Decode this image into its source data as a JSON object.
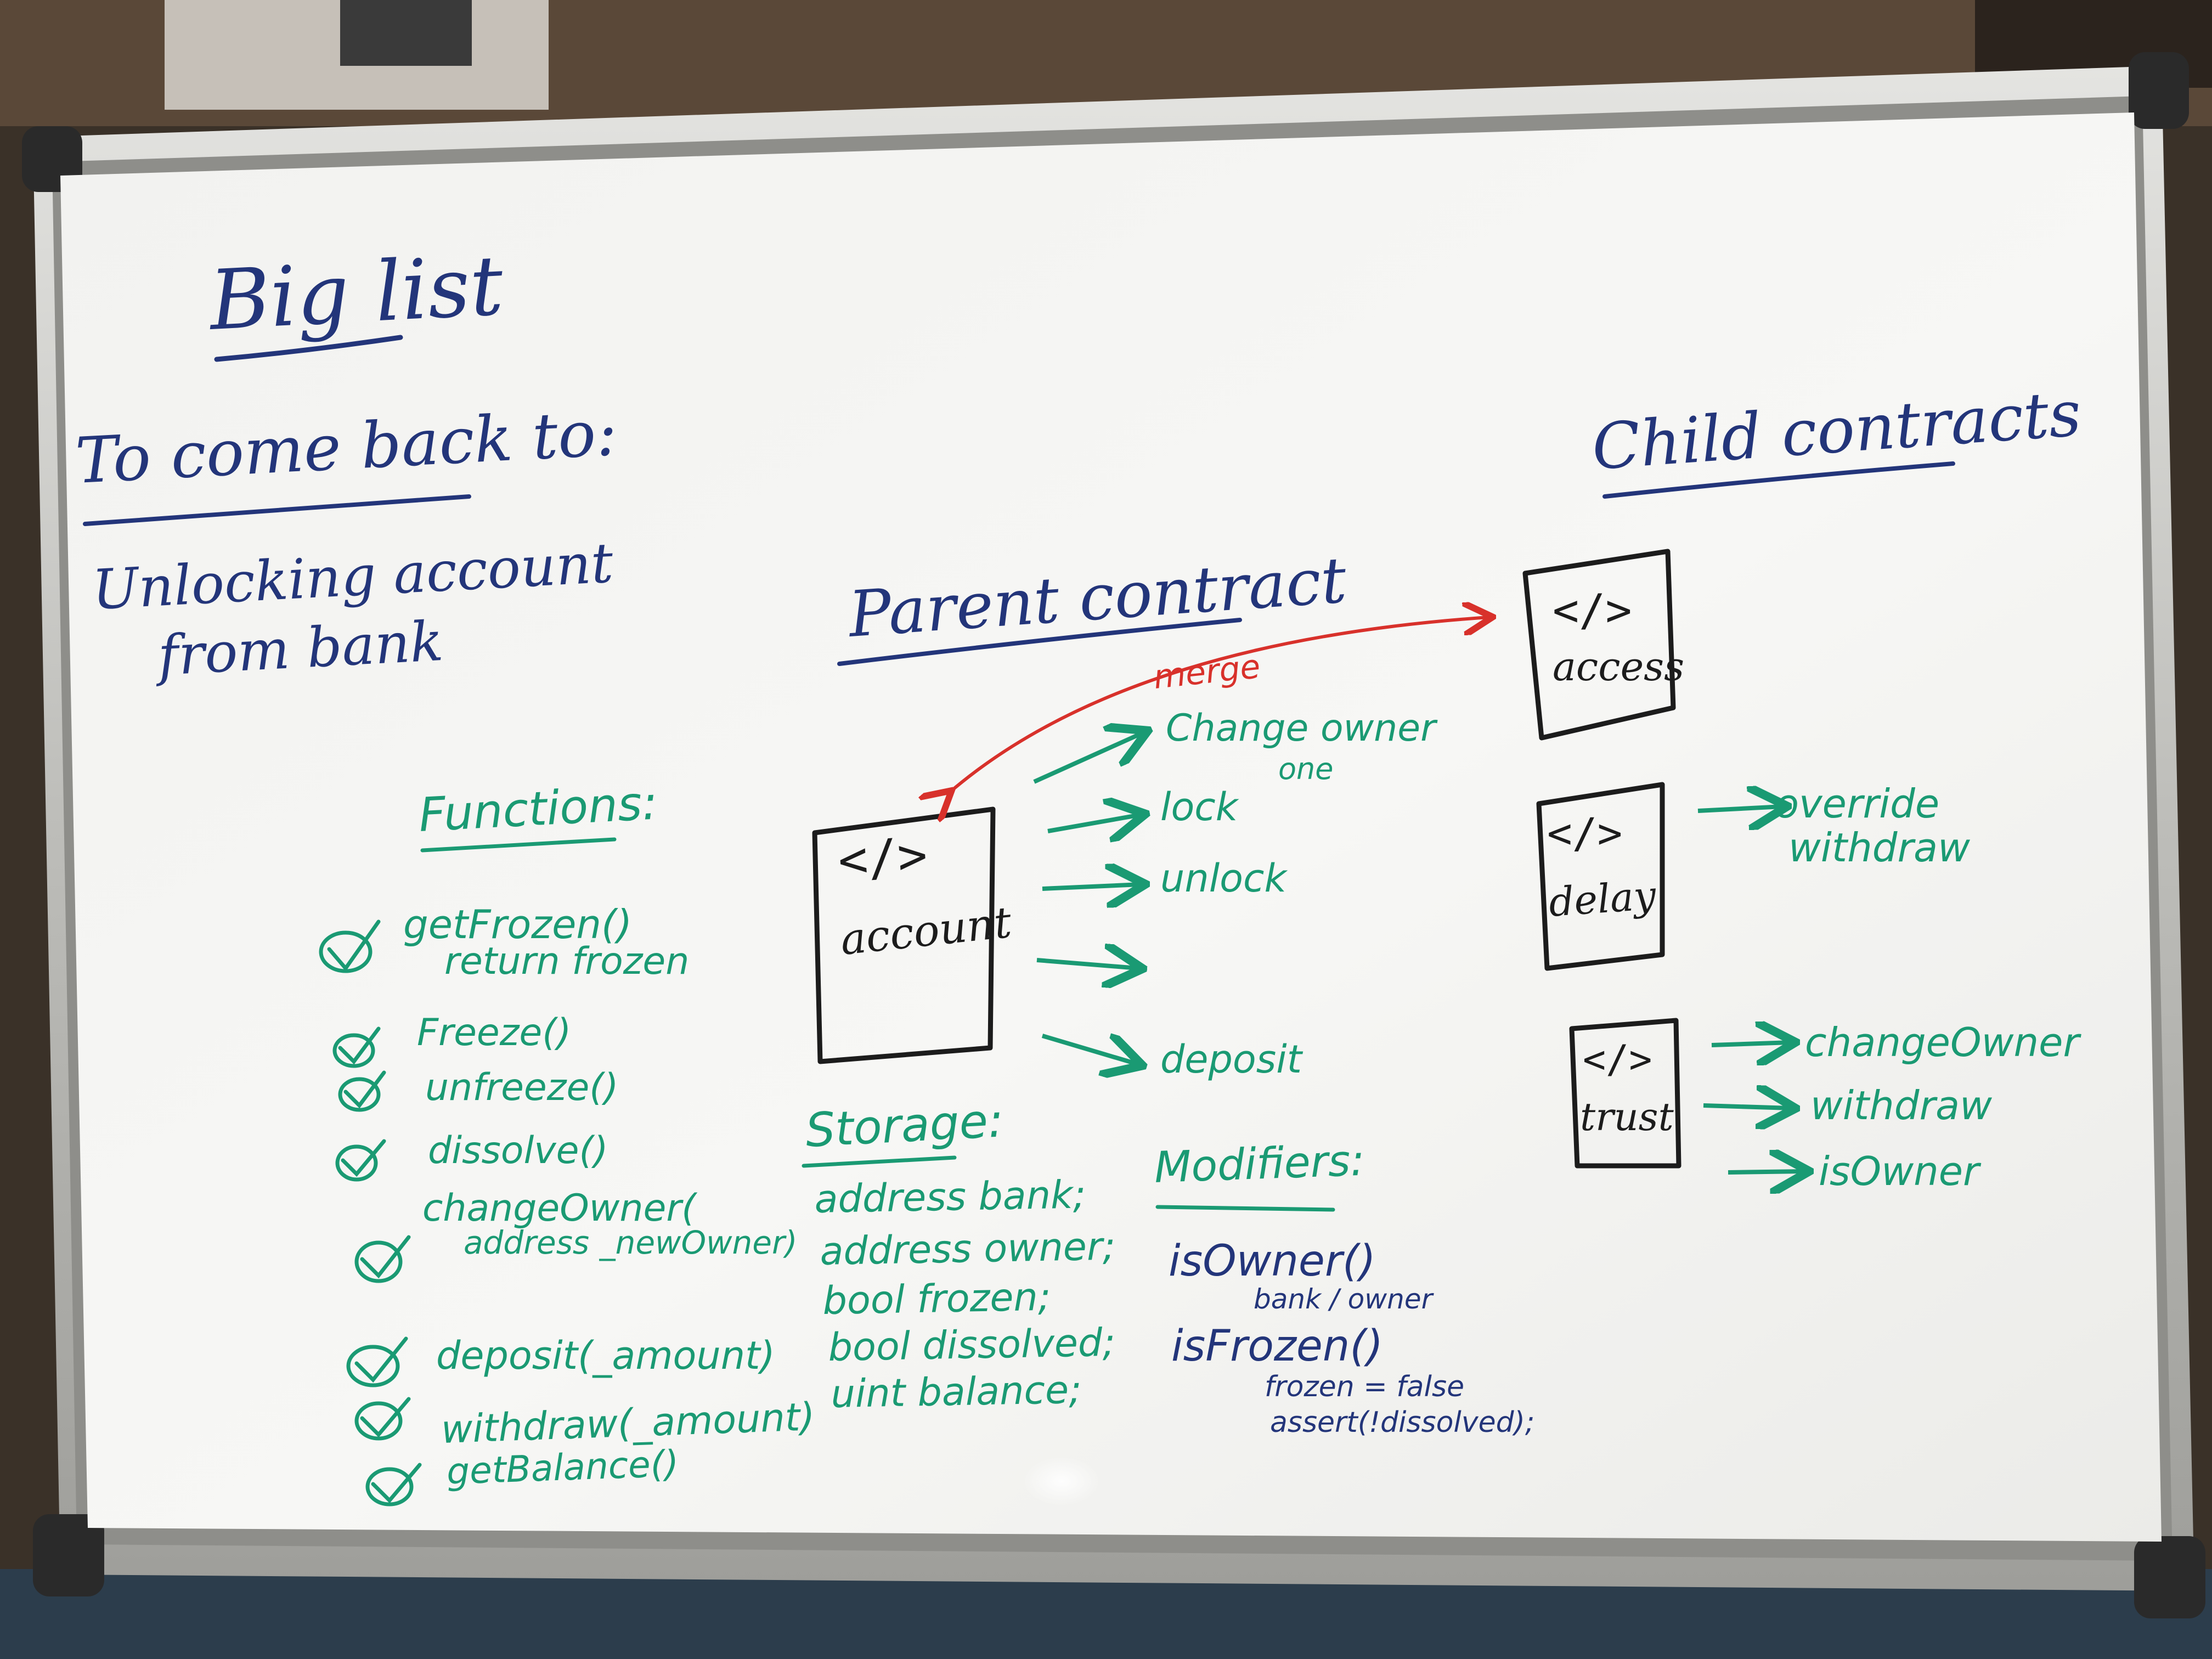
{
  "left_notes": {
    "title": "Big list",
    "subtitle": "To come back to:",
    "item_line1": "Unlocking account",
    "item_line2": "from bank"
  },
  "parent": {
    "title": "Parent contract",
    "box_symbol": "</>",
    "box_label": "account",
    "merge_label": "merge",
    "outputs": {
      "change_owner_line1": "Change owner",
      "change_owner_line2": "one",
      "lock": "lock",
      "unlock": "unlock",
      "deposit": "deposit"
    }
  },
  "functions": {
    "title": "Functions:",
    "items": [
      {
        "line1": "getFrozen()",
        "line2": "return frozen"
      },
      {
        "line1": "Freeze()"
      },
      {
        "line1": "unfreeze()"
      },
      {
        "line1": "dissolve()"
      },
      {
        "line1": "changeOwner(",
        "line2": "address _newOwner)"
      },
      {
        "line1": "deposit(_amount)"
      },
      {
        "line1": "withdraw(_amount)"
      },
      {
        "line1": "getBalance()"
      }
    ]
  },
  "storage": {
    "title": "Storage:",
    "lines": [
      "address bank;",
      "address owner;",
      "bool frozen;",
      "bool dissolved;",
      "uint balance;"
    ]
  },
  "modifiers": {
    "title": "Modifiers:",
    "is_owner": "isOwner()",
    "is_owner_note": "bank / owner",
    "is_frozen": "isFrozen()",
    "is_frozen_note1": "frozen = false",
    "is_frozen_note2": "assert(!dissolved);"
  },
  "children": {
    "title": "Child contracts",
    "boxes": [
      {
        "symbol": "</>",
        "label": "access"
      },
      {
        "symbol": "</>",
        "label": "delay"
      },
      {
        "symbol": "</>",
        "label": "trust"
      }
    ],
    "delay_out_line1": "override",
    "delay_out_line2": "withdraw",
    "trust_outputs": [
      "changeOwner",
      "withdraw",
      "isOwner"
    ]
  },
  "colors": {
    "blue_ink": "#23357a",
    "green_ink": "#1a9a73",
    "black_ink": "#1c1c1c",
    "red_ink": "#d8312b",
    "board": "#f4f4f2",
    "frame": "#c9c9c6"
  }
}
